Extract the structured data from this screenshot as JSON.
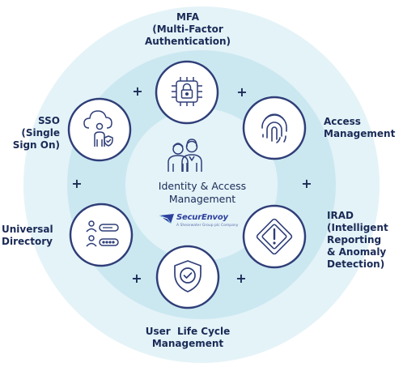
{
  "nodes": {
    "mfa": {
      "label": [
        "MFA",
        "(Multi-Factor",
        "Authentication)"
      ],
      "icon": "circuit-lock-icon"
    },
    "access": {
      "label": [
        "Access",
        "Management"
      ],
      "icon": "fingerprint-icon"
    },
    "irad": {
      "label": [
        "IRAD",
        "(Intelligent",
        "Reporting",
        "& Anomaly",
        "Detection)"
      ],
      "icon": "warning-diamond-icon"
    },
    "lifecycle": {
      "label": [
        "User  Life Cycle",
        "Management"
      ],
      "icon": "shield-check-icon"
    },
    "directory": {
      "label": [
        "Universal",
        "Directory"
      ],
      "icon": "user-list-icon"
    },
    "sso": {
      "label": [
        "SSO",
        "(Single",
        "Sign On)"
      ],
      "icon": "cloud-user-icon"
    }
  },
  "center": {
    "title": [
      "Identity & Access",
      "Management"
    ],
    "icon": "two-users-icon",
    "brand": {
      "name": "SecurEnvoy",
      "tagline": "A Shearwater Group plc Company",
      "icon": "envoy-logo-icon"
    }
  },
  "connector_symbol": "+",
  "colors": {
    "outer_ring": "#e4f3f8",
    "inner_ring": "#cbe8f1",
    "node_border": "#2f3e78",
    "text": "#1a2a56",
    "brand": "#2d3f9c"
  }
}
